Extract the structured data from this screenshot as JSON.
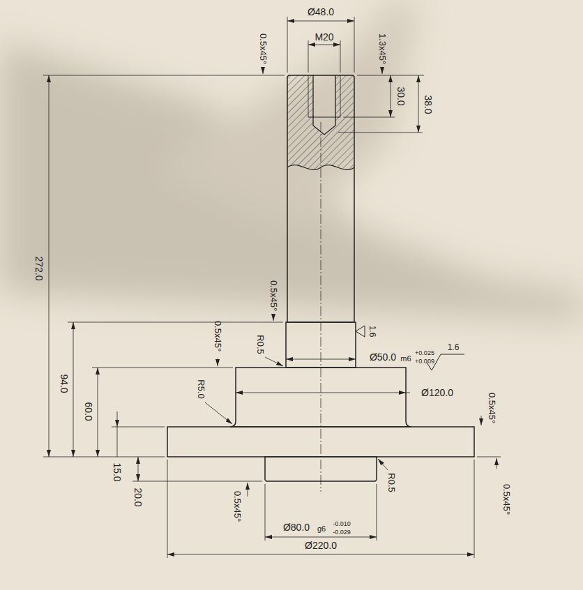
{
  "diagram": {
    "labels": [
      "Ø48.0",
      "0.5x45°",
      "M20",
      "1.3x45°",
      "30.0",
      "38.0",
      "272.0",
      "0.5x45°",
      "R0.5",
      "1.6",
      "0.5x45°",
      "Ø50.0",
      "m6",
      "+0.025",
      "+0.009",
      "1.6",
      "R5.0",
      "Ø120.0",
      "94.0",
      "60.0",
      "0.5x45°",
      "15.0",
      "20.0",
      "0.5x45°",
      "R0.5",
      "0.5x45°",
      "Ø80.0",
      "g6",
      "-0.010",
      "-0.029",
      "Ø220.0"
    ]
  }
}
